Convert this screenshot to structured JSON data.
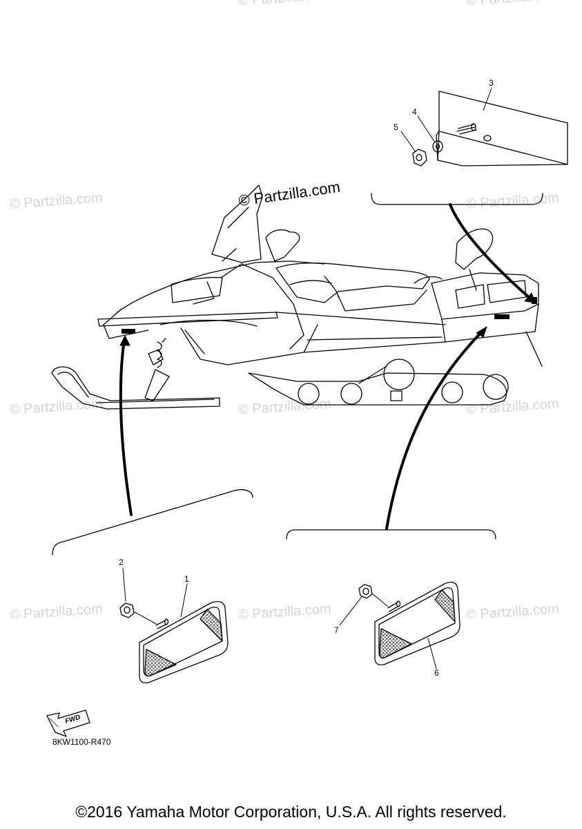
{
  "watermark": "© Partzilla.com",
  "brand_label": "© Partzilla.com",
  "callouts": [
    "1",
    "2",
    "3",
    "4",
    "5",
    "6",
    "7"
  ],
  "fwd_label": "FWD",
  "diagram_code": "8KW1100-R470",
  "copyright": "©2016 Yamaha Motor Corporation, U.S.A. All rights reserved."
}
